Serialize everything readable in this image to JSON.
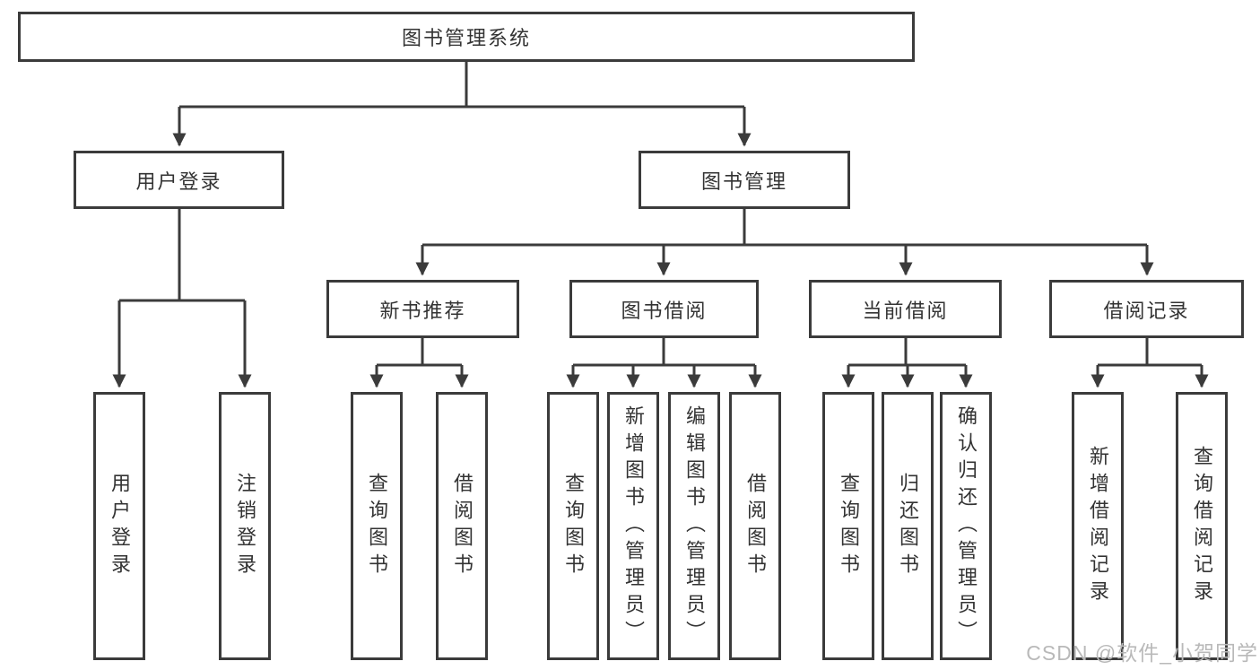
{
  "diagram": {
    "title": "图书管理系统",
    "watermark": "CSDN @软件_小贺同学",
    "colors": {
      "line": "#3b3b3b",
      "border": "#3b3b3b",
      "text": "#333333",
      "background": "#ffffff",
      "watermark": "#b9b9b9"
    },
    "root": {
      "label": "图书管理系统",
      "children": [
        {
          "label": "用户登录",
          "children": [
            {
              "label": "用户登录"
            },
            {
              "label": "注销登录"
            }
          ]
        },
        {
          "label": "图书管理",
          "children": [
            {
              "label": "新书推荐",
              "children": [
                {
                  "label": "查询图书"
                },
                {
                  "label": "借阅图书"
                }
              ]
            },
            {
              "label": "图书借阅",
              "children": [
                {
                  "label": "查询图书"
                },
                {
                  "label": "新增图书（管理员）"
                },
                {
                  "label": "编辑图书（管理员）"
                },
                {
                  "label": "借阅图书"
                }
              ]
            },
            {
              "label": "当前借阅",
              "children": [
                {
                  "label": "查询图书"
                },
                {
                  "label": "归还图书"
                },
                {
                  "label": "确认归还（管理员）"
                }
              ]
            },
            {
              "label": "借阅记录",
              "children": [
                {
                  "label": "新增借阅记录"
                },
                {
                  "label": "查询借阅记录"
                }
              ]
            }
          ]
        }
      ]
    }
  }
}
